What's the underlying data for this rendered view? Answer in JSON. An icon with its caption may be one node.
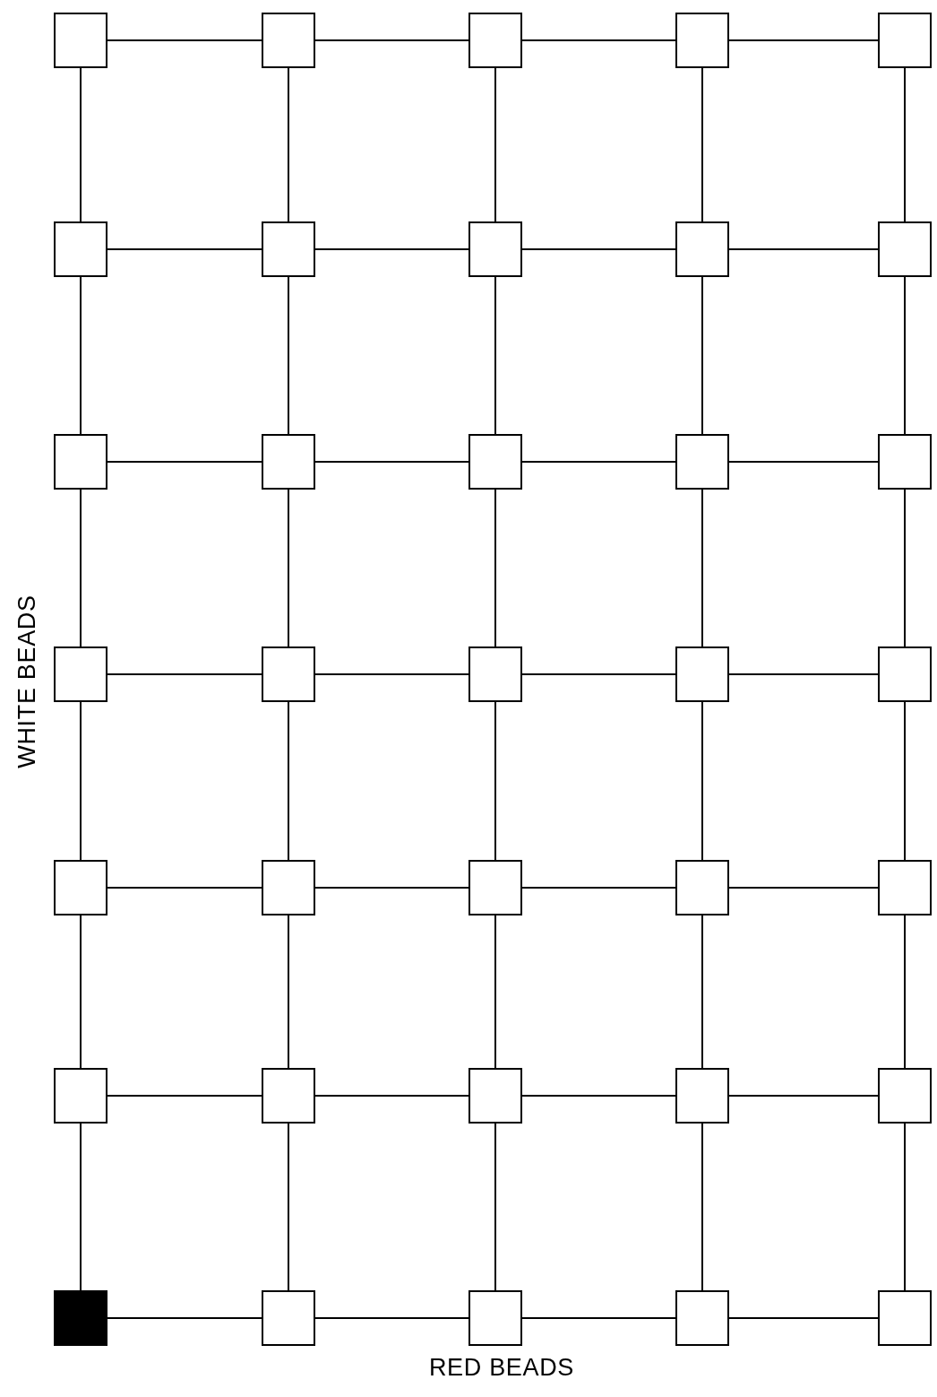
{
  "diagram": {
    "nodes": [
      {
        "text": [],
        "shape": "box"
      },
      {
        "text": [],
        "shape": "box"
      },
      {
        "text": [],
        "shape": "box"
      },
      {
        "text": [],
        "shape": "box"
      },
      {
        "text": [],
        "shape": "box"
      },
      {
        "text": [],
        "shape": "box"
      },
      {
        "text": [],
        "shape": "box"
      },
      {
        "text": [],
        "shape": "box"
      },
      {
        "text": [],
        "shape": "box"
      },
      {
        "text": [],
        "shape": "box"
      },
      {
        "text": [],
        "shape": "box"
      },
      {
        "text": [],
        "shape": "box"
      },
      {
        "text": [],
        "shape": "box"
      },
      {
        "text": [],
        "shape": "box"
      },
      {
        "text": [],
        "shape": "box"
      },
      {
        "text": [],
        "shape": "box"
      },
      {
        "text": [],
        "shape": "box"
      },
      {
        "text": [],
        "shape": "box"
      },
      {
        "text": [],
        "shape": "box"
      },
      {
        "text": [],
        "shape": "box"
      },
      {
        "text": [],
        "shape": "box"
      },
      {
        "text": [],
        "shape": "box"
      },
      {
        "text": [],
        "shape": "box"
      },
      {
        "text": [],
        "shape": "box"
      },
      {
        "text": [],
        "shape": "box"
      },
      {
        "text": [],
        "shape": "box"
      },
      {
        "text": [],
        "shape": "box"
      },
      {
        "text": [],
        "shape": "box"
      },
      {
        "text": [],
        "shape": "box"
      },
      {
        "text": [],
        "shape": "box"
      },
      {
        "text": [],
        "shape": "block"
      },
      {
        "text": [],
        "shape": "box"
      },
      {
        "text": [],
        "shape": "box"
      },
      {
        "text": [],
        "shape": "box"
      },
      {
        "text": [],
        "shape": "box"
      }
    ],
    "edges": [
      {
        "from": 0,
        "to": 1,
        "arrow": "none"
      },
      {
        "from": 1,
        "to": 2,
        "arrow": "none"
      },
      {
        "from": 2,
        "to": 3,
        "arrow": "none"
      },
      {
        "from": 3,
        "to": 4,
        "arrow": "none"
      },
      {
        "from": 5,
        "to": 6,
        "arrow": "none"
      },
      {
        "from": 6,
        "to": 7,
        "arrow": "none"
      },
      {
        "from": 7,
        "to": 8,
        "arrow": "none"
      },
      {
        "from": 8,
        "to": 9,
        "arrow": "none"
      },
      {
        "from": 10,
        "to": 11,
        "arrow": "none"
      },
      {
        "from": 11,
        "to": 12,
        "arrow": "none"
      },
      {
        "from": 12,
        "to": 13,
        "arrow": "none"
      },
      {
        "from": 13,
        "to": 14,
        "arrow": "none"
      },
      {
        "from": 15,
        "to": 16,
        "arrow": "none"
      },
      {
        "from": 16,
        "to": 17,
        "arrow": "none"
      },
      {
        "from": 17,
        "to": 18,
        "arrow": "none"
      },
      {
        "from": 18,
        "to": 19,
        "arrow": "none"
      },
      {
        "from": 20,
        "to": 21,
        "arrow": "none"
      },
      {
        "from": 21,
        "to": 22,
        "arrow": "none"
      },
      {
        "from": 22,
        "to": 23,
        "arrow": "none"
      },
      {
        "from": 23,
        "to": 24,
        "arrow": "none"
      },
      {
        "from": 25,
        "to": 26,
        "arrow": "none"
      },
      {
        "from": 26,
        "to": 27,
        "arrow": "none"
      },
      {
        "from": 27,
        "to": 28,
        "arrow": "none"
      },
      {
        "from": 28,
        "to": 29,
        "arrow": "none"
      },
      {
        "from": 30,
        "to": 31,
        "arrow": "none"
      },
      {
        "from": 31,
        "to": 32,
        "arrow": "none"
      },
      {
        "from": 32,
        "to": 33,
        "arrow": "none"
      },
      {
        "from": 33,
        "to": 34,
        "arrow": "none"
      },
      {
        "from": 0,
        "to": 5,
        "arrow": "none"
      },
      {
        "from": 5,
        "to": 10,
        "arrow": "none"
      },
      {
        "from": 10,
        "to": 15,
        "arrow": "none"
      },
      {
        "from": 15,
        "to": 20,
        "arrow": "none"
      },
      {
        "from": 20,
        "to": 25,
        "arrow": "none"
      },
      {
        "from": 25,
        "to": 30,
        "arrow": "none"
      },
      {
        "from": 1,
        "to": 6,
        "arrow": "none"
      },
      {
        "from": 6,
        "to": 11,
        "arrow": "none"
      },
      {
        "from": 11,
        "to": 16,
        "arrow": "none"
      },
      {
        "from": 16,
        "to": 21,
        "arrow": "none"
      },
      {
        "from": 21,
        "to": 26,
        "arrow": "none"
      },
      {
        "from": 26,
        "to": 31,
        "arrow": "none"
      },
      {
        "from": 2,
        "to": 7,
        "arrow": "none"
      },
      {
        "from": 7,
        "to": 12,
        "arrow": "none"
      },
      {
        "from": 12,
        "to": 17,
        "arrow": "none"
      },
      {
        "from": 17,
        "to": 22,
        "arrow": "none"
      },
      {
        "from": 22,
        "to": 27,
        "arrow": "none"
      },
      {
        "from": 27,
        "to": 32,
        "arrow": "none"
      },
      {
        "from": 3,
        "to": 8,
        "arrow": "none"
      },
      {
        "from": 8,
        "to": 13,
        "arrow": "none"
      },
      {
        "from": 13,
        "to": 18,
        "arrow": "none"
      },
      {
        "from": 18,
        "to": 23,
        "arrow": "none"
      },
      {
        "from": 23,
        "to": 28,
        "arrow": "none"
      },
      {
        "from": 28,
        "to": 33,
        "arrow": "none"
      },
      {
        "from": 4,
        "to": 9,
        "arrow": "none"
      },
      {
        "from": 9,
        "to": 14,
        "arrow": "none"
      },
      {
        "from": 14,
        "to": 19,
        "arrow": "none"
      },
      {
        "from": 19,
        "to": 24,
        "arrow": "none"
      },
      {
        "from": 24,
        "to": 29,
        "arrow": "none"
      },
      {
        "from": 29,
        "to": 34,
        "arrow": "none"
      }
    ],
    "labels": [
      "WHITE BEADS",
      "RED BEADS"
    ]
  }
}
